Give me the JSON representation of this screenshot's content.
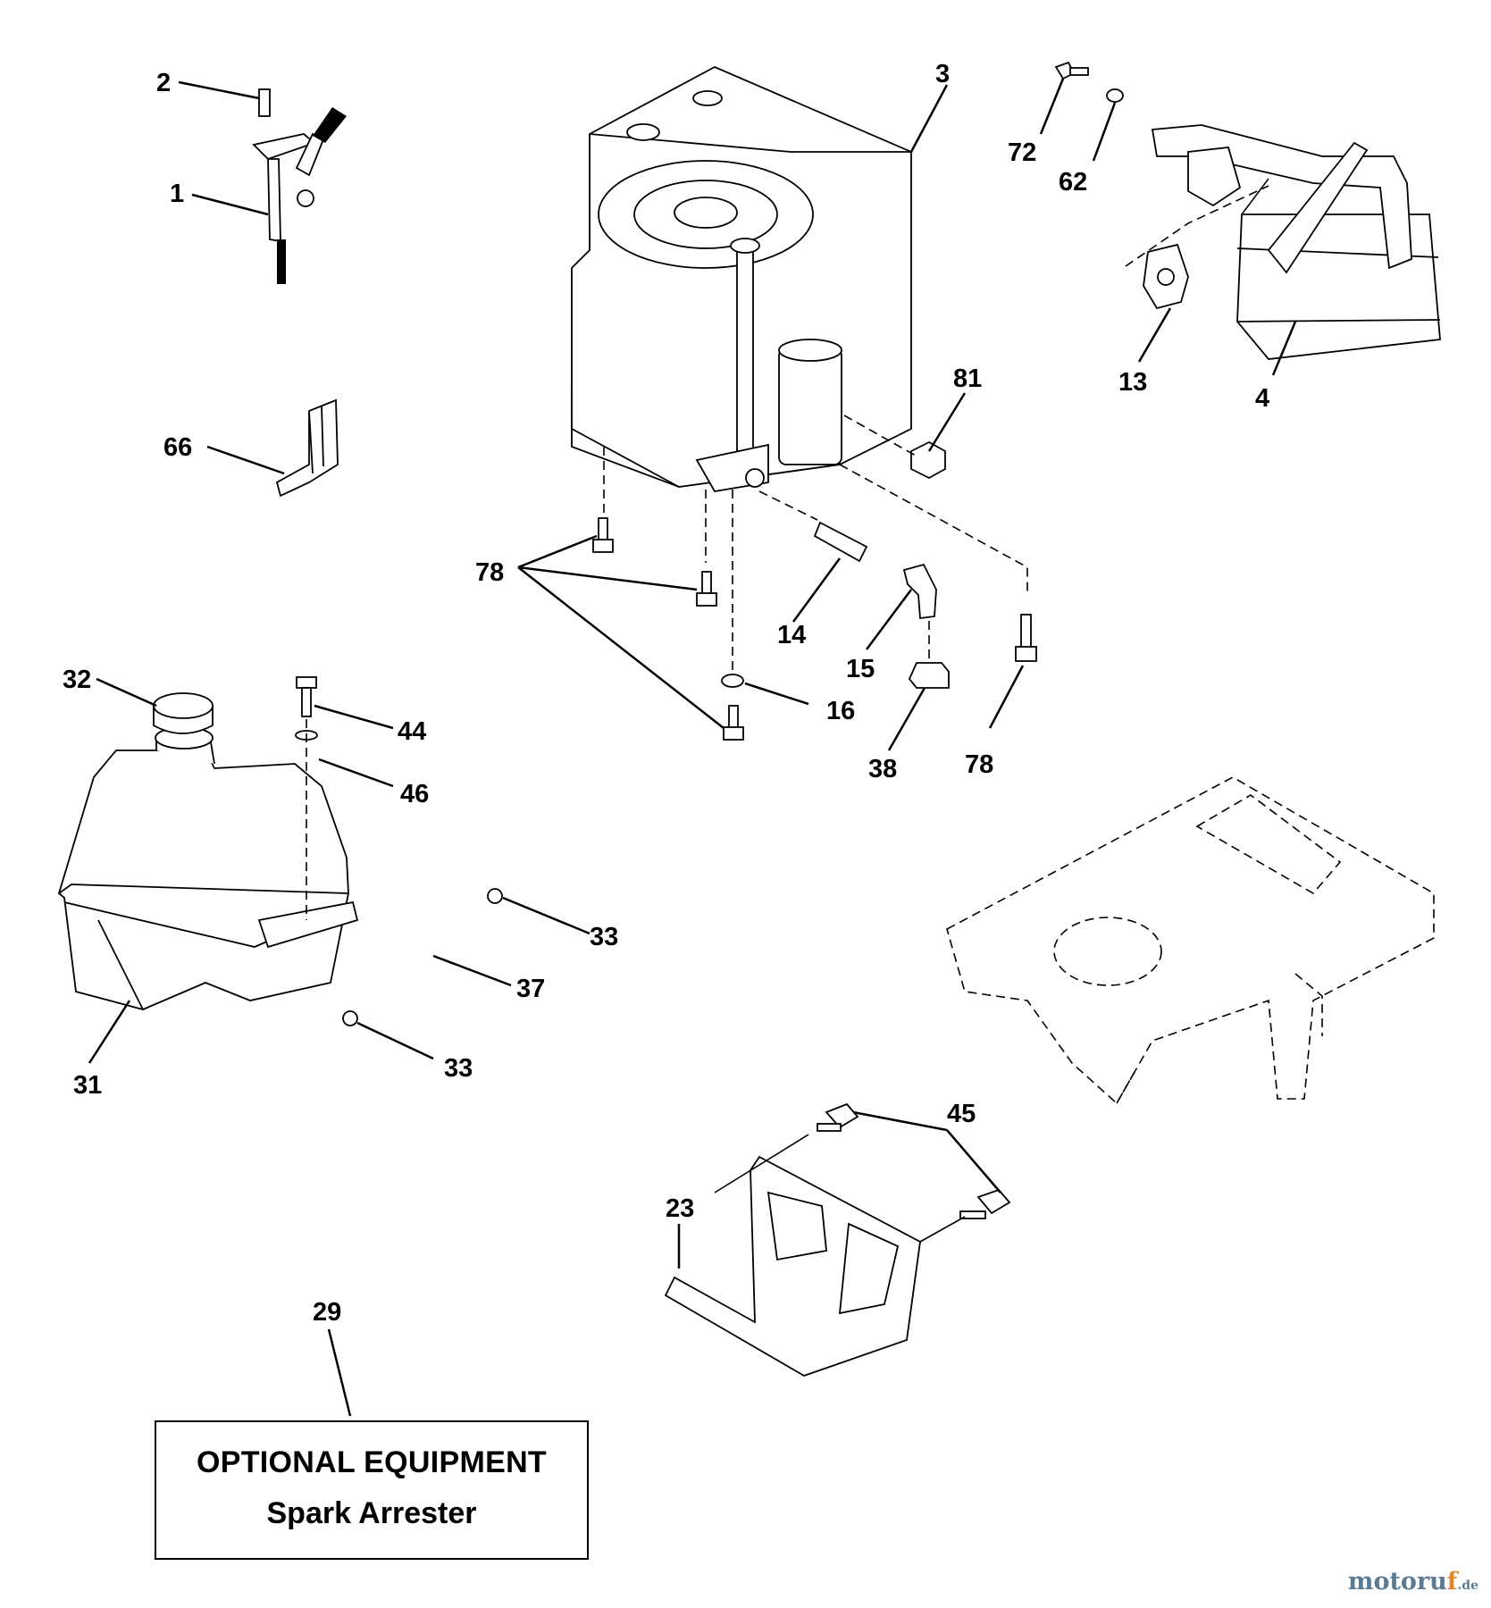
{
  "parts": {
    "p1": "1",
    "p2": "2",
    "p3": "3",
    "p4": "4",
    "p13": "13",
    "p14": "14",
    "p15": "15",
    "p16": "16",
    "p23": "23",
    "p29": "29",
    "p31": "31",
    "p32": "32",
    "p33a": "33",
    "p33b": "33",
    "p37": "37",
    "p38": "38",
    "p44": "44",
    "p45": "45",
    "p46": "46",
    "p62": "62",
    "p66": "66",
    "p72": "72",
    "p78a": "78",
    "p78b": "78",
    "p81": "81"
  },
  "callout": {
    "line1": "OPTIONAL EQUIPMENT",
    "line2": "Spark Arrester"
  },
  "watermark": {
    "main": "motoru",
    "accent": "f",
    "tld": ".de"
  }
}
